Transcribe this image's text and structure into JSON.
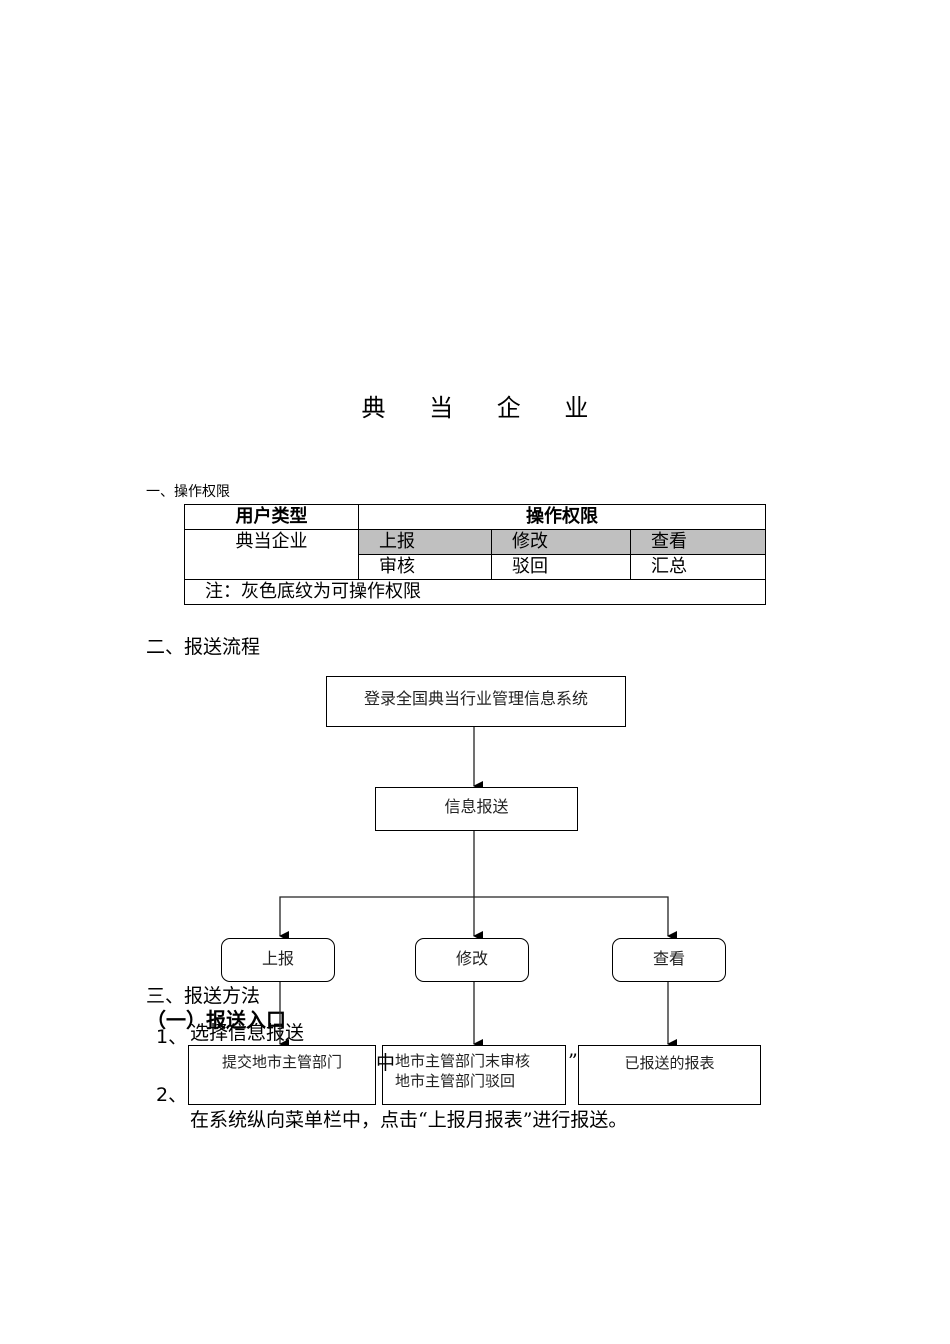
{
  "title": "典 当 企 业",
  "section1": {
    "heading": "一、操作权限",
    "table": {
      "header_user_type": "用户类型",
      "header_permissions": "操作权限",
      "user_type": "典当企业",
      "row1": [
        "上报",
        "修改",
        "查看"
      ],
      "row2": [
        "审核",
        "驳回",
        "汇总"
      ],
      "note": "注：灰色底纹为可操作权限",
      "gray_color": "#c0c0c0"
    }
  },
  "section2": {
    "heading": "二、报送流程",
    "flow": {
      "start": "登录全国典当行业管理信息系统",
      "step2": "信息报送",
      "branches": [
        "上报",
        "修改",
        "查看"
      ],
      "results": {
        "submit": "提交地市主管部门",
        "modify_line1": "地市主管部门末审核",
        "modify_line2": "地市主管部门驳回",
        "view": "已报送的报表"
      }
    }
  },
  "section3": {
    "heading": "三、报送方法",
    "subheading": "（一）报送入口",
    "item1_num": "1、",
    "item1_text": "选择信息报送",
    "item1_frag_a": "中",
    "item1_frag_b": "”",
    "item2_num": "2、",
    "item2_text": "在系统纵向菜单栏中，点击“上报月报表”进行报送。"
  }
}
